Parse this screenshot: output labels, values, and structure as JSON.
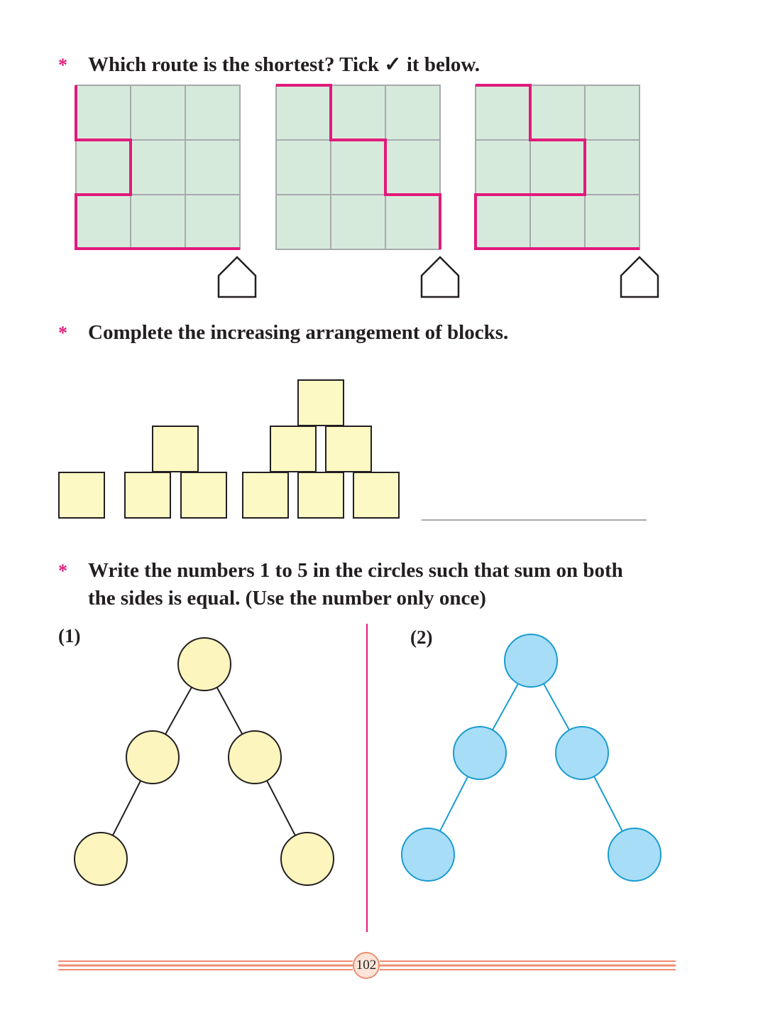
{
  "questions": {
    "q1": {
      "bullet": "*",
      "text": "Which route is the shortest? Tick ✓ it below."
    },
    "q2": {
      "bullet": "*",
      "text": "Complete the increasing arrangement of blocks."
    },
    "q3": {
      "bullet": "*",
      "line1": "Write the numbers 1 to 5 in the circles such that sum on both",
      "line2": "the sides is equal. (Use the number only once)"
    }
  },
  "labels": {
    "part1": "(1)",
    "part2": "(2)"
  },
  "page_number": "102",
  "colors": {
    "grid_fill": "#d6eadc",
    "grid_line": "#a7a9ac",
    "route": "#e2197b",
    "block_fill": "#fdf9c4",
    "circle_yellow": "#fcf5bd",
    "circle_blue": "#a8ddf7",
    "circle_blue_stroke": "#1a9cd0",
    "footer_line": "#ee8e71"
  },
  "icons": {
    "house": "house-outline-icon"
  }
}
